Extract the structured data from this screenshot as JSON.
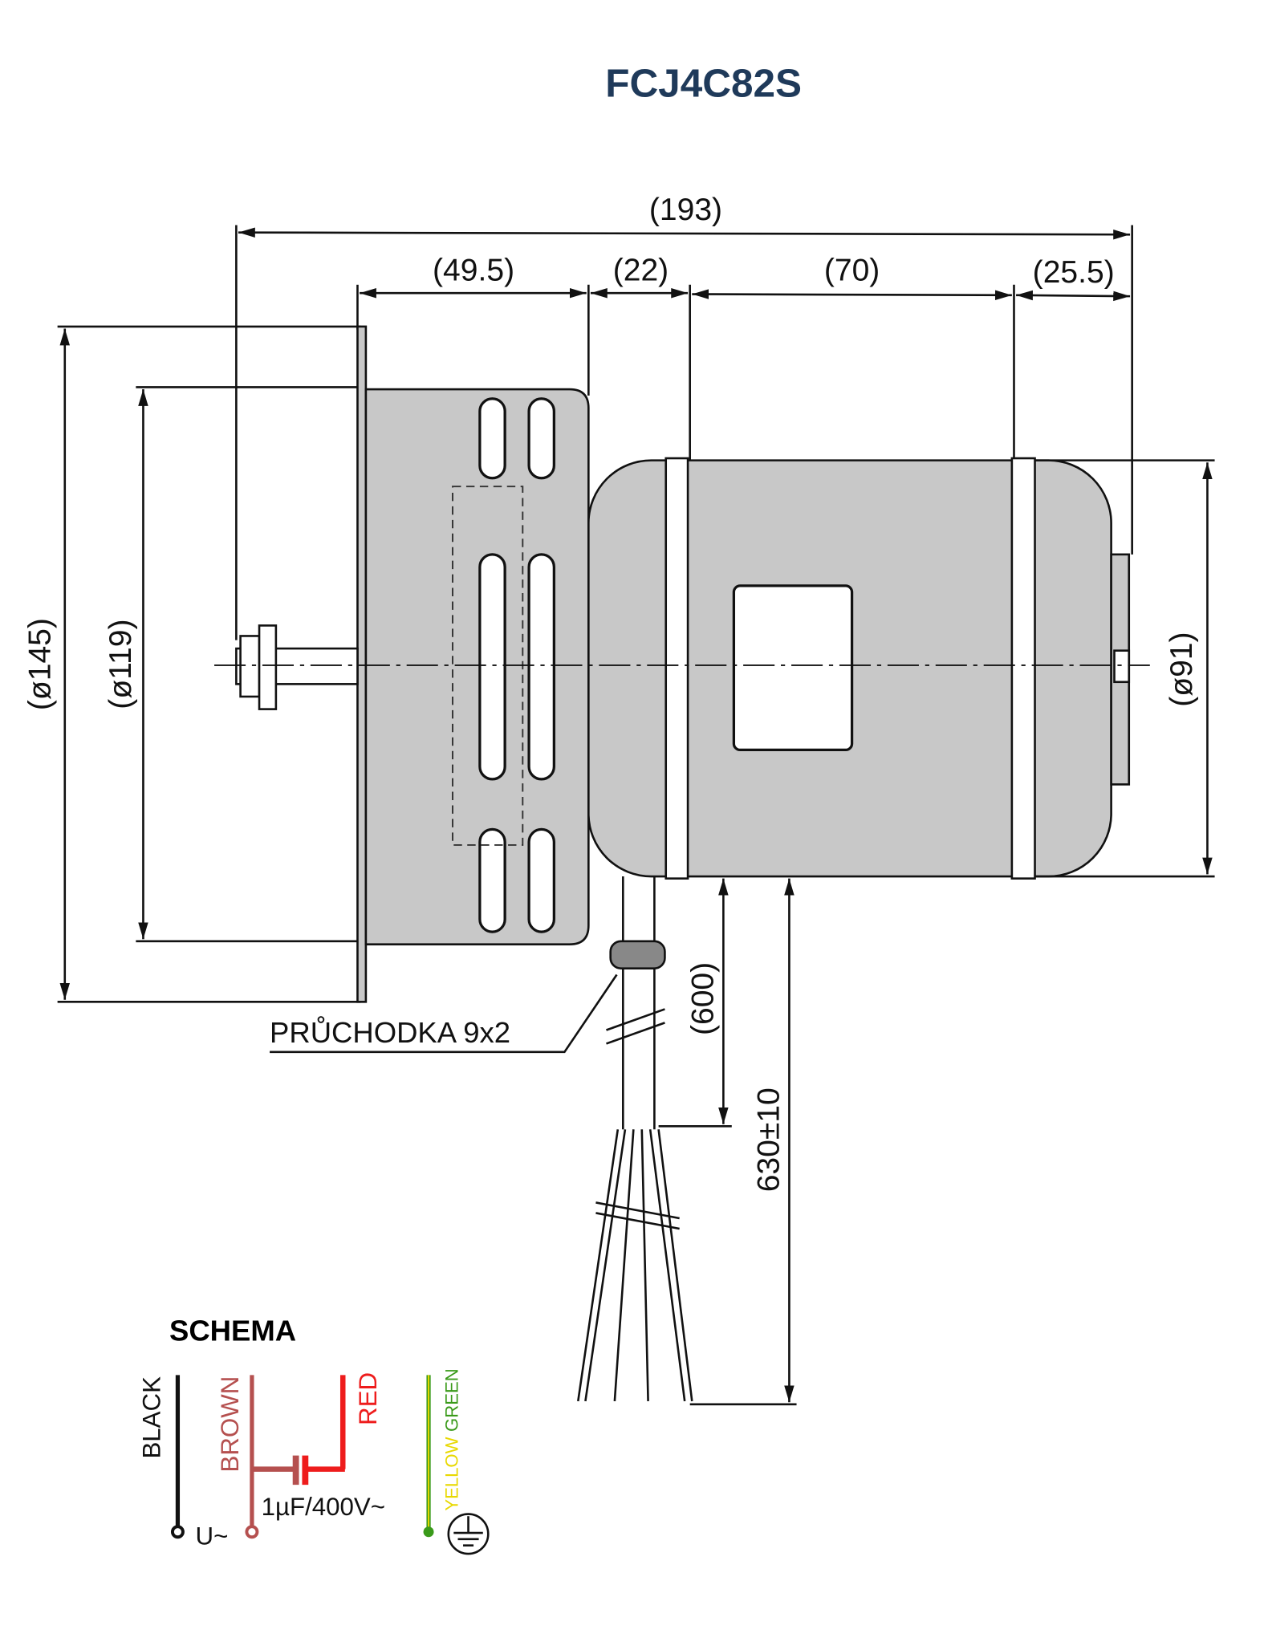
{
  "title": "FCJ4C82S",
  "dimensions": {
    "overall_length": "(193)",
    "flange_section": "(49.5)",
    "neck_section": "(22)",
    "body_section": "(70)",
    "end_section": "(25.5)",
    "flange_diameter": "(ø145)",
    "bolt_circle_diameter": "(ø119)",
    "body_diameter": "(ø91)",
    "cable_sheath_length": "(600)",
    "cable_total_length": "630±10"
  },
  "grommet_label": "PRŮCHODKA  9x2",
  "schema": {
    "heading": "SCHEMA",
    "wires": {
      "black": "BLACK",
      "brown": "BROWN",
      "red": "RED",
      "yellow": "YELLOW",
      "green": "GREEN"
    },
    "supply_label": "U~",
    "capacitor_label": "1µF/400V~",
    "colors": {
      "black": "#111111",
      "brown": "#b5504f",
      "red": "#ee1c1c",
      "yellow": "#e8d800",
      "green": "#3a9a1a"
    }
  },
  "colors": {
    "title": "#1f3a5a",
    "body_fill": "#c8c8c8"
  }
}
